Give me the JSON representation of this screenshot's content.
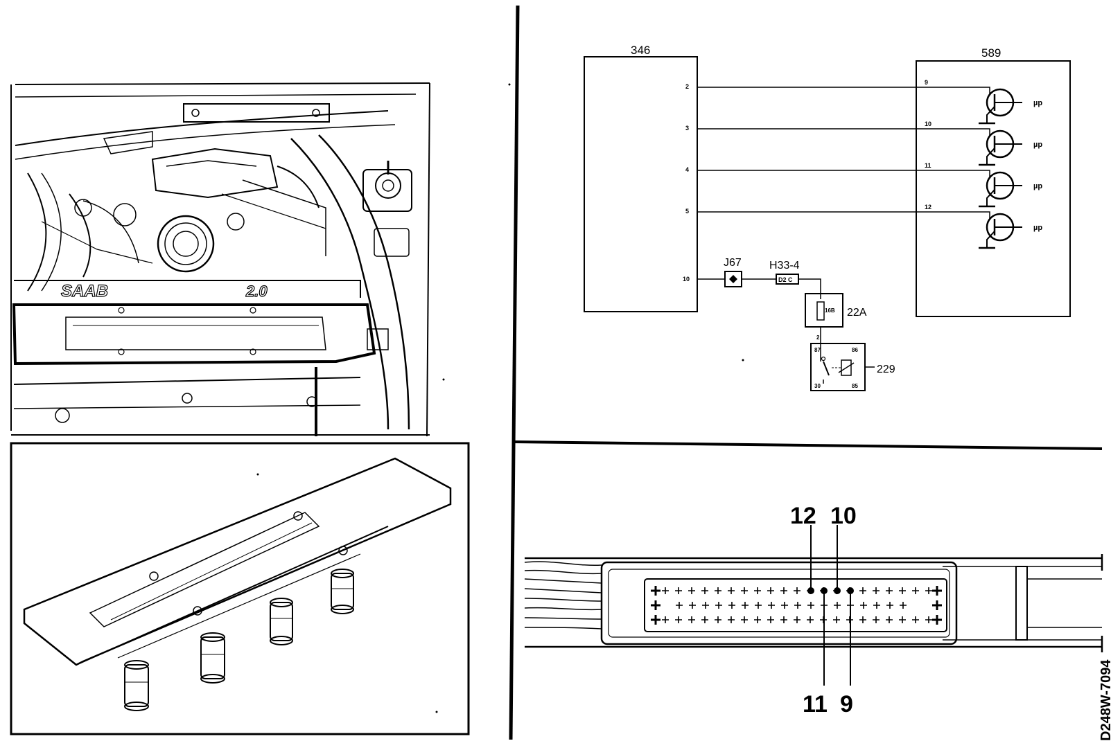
{
  "figure_id": "D248W-7094",
  "engine_photo": {
    "brand_text": "SAAB",
    "engine_text": "2.0"
  },
  "schematic": {
    "ecu": {
      "id": "346",
      "pins": [
        "2",
        "3",
        "4",
        "5",
        "10"
      ]
    },
    "coil_module": {
      "id": "589",
      "pins": [
        "9",
        "10",
        "11",
        "12"
      ],
      "transistor_labels": [
        "µp",
        "µp",
        "µp",
        "µp"
      ]
    },
    "connector_j67": "J67",
    "connector_h33": "H33-4",
    "connector_h33_inner": "D2 C",
    "fuse_box": {
      "id": "22A",
      "fuse_label": "16B",
      "pin": "2"
    },
    "relay": {
      "id": "229",
      "pins": [
        "87",
        "86",
        "30",
        "85"
      ]
    }
  },
  "connector_pins": {
    "top_labels": [
      "12",
      "10"
    ],
    "bottom_labels": [
      "11",
      "9"
    ]
  }
}
